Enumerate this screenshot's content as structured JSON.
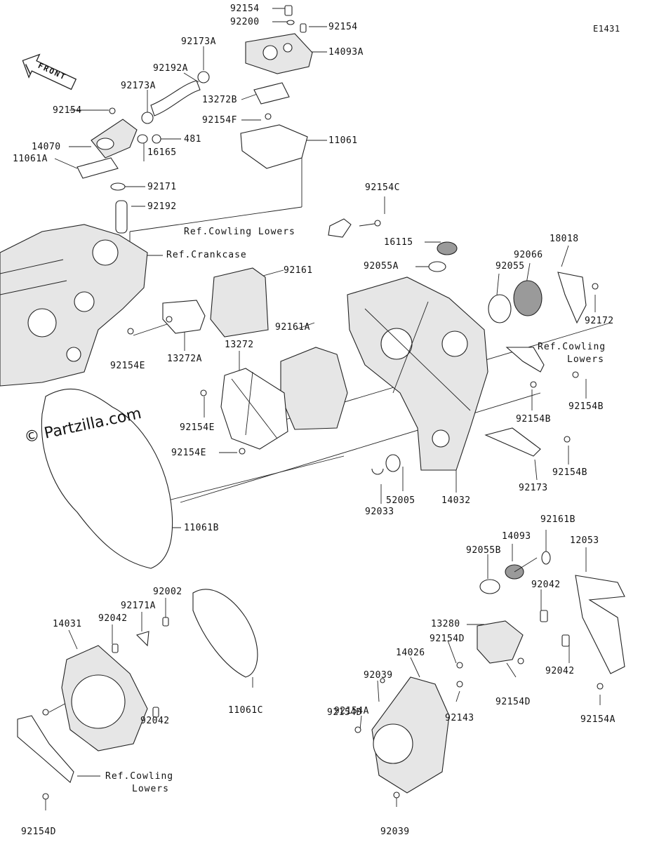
{
  "diagram": {
    "code": "E1431",
    "front_label": "FRONT",
    "watermark": "© Partzilla.com"
  },
  "callouts": [
    "92154",
    "92200",
    "92154",
    "14093A",
    "92173A",
    "92192A",
    "92173A",
    "13272B",
    "92154",
    "92154F",
    "14070",
    "481",
    "11061",
    "16165",
    "11061A",
    "92171",
    "92192",
    "92154C",
    "Ref.Cowling Lowers",
    "16115",
    "Ref.Crankcase",
    "92055A",
    "92055",
    "92066",
    "18018",
    "92161",
    "92172",
    "92161A",
    "13272",
    "Ref.Cowling",
    "Lowers",
    "92154E",
    "13272A",
    "92154B",
    "92154E",
    "92154B",
    "92154E",
    "92154B",
    "92033",
    "52005",
    "14032",
    "92173",
    "11061B",
    "92161B",
    "14093",
    "92055B",
    "12053",
    "92002",
    "92042",
    "92171A",
    "92042",
    "14031",
    "13280",
    "92154D",
    "14026",
    "92042",
    "92039",
    "92154D",
    "92154D",
    "11061C",
    "92143",
    "92154A",
    "92042",
    "92154A",
    "Ref.Cowling",
    "Lowers",
    "92154D",
    "92039"
  ]
}
